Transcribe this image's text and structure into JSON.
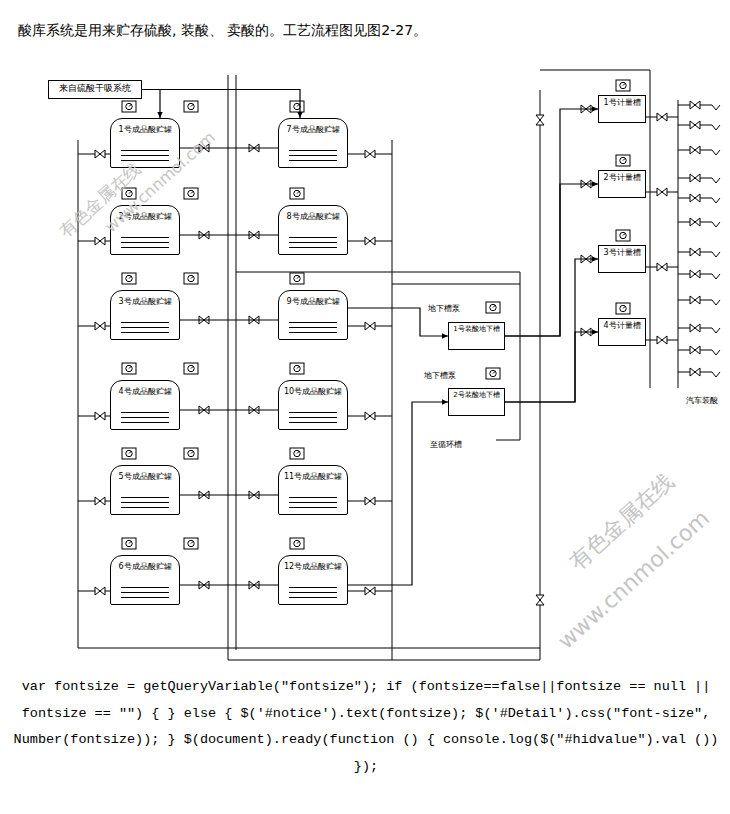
{
  "diagram": {
    "title": "酸库系统是用来贮存硫酸, 装酸、 卖酸的。工艺流程图见图2-27。",
    "nodes": [
      {
        "text": [
          "来自硫酸干吸系统"
        ]
      },
      {
        "text": [
          "1号成品酸贮罐"
        ]
      },
      {
        "text": [
          "2号成品酸贮罐"
        ]
      },
      {
        "text": [
          "3号成品酸贮罐"
        ]
      },
      {
        "text": [
          "4号成品酸贮罐"
        ]
      },
      {
        "text": [
          "5号成品酸贮罐"
        ]
      },
      {
        "text": [
          "6号成品酸贮罐"
        ]
      },
      {
        "text": [
          "7号成品酸贮罐"
        ]
      },
      {
        "text": [
          "8号成品酸贮罐"
        ]
      },
      {
        "text": [
          "9号成品酸贮罐"
        ]
      },
      {
        "text": [
          "10号成品酸贮罐"
        ]
      },
      {
        "text": [
          "11号成品酸贮罐"
        ]
      },
      {
        "text": [
          "12号成品酸贮罐"
        ]
      },
      {
        "text": [
          "1号装酸地下槽"
        ]
      },
      {
        "text": [
          "2号装酸地下槽"
        ]
      },
      {
        "text": [
          "1号计量槽"
        ]
      },
      {
        "text": [
          "2号计量槽"
        ]
      },
      {
        "text": [
          "3号计量槽"
        ]
      },
      {
        "text": [
          "4号计量槽"
        ]
      }
    ],
    "edges": [
      {
        "from": 0,
        "to": 1,
        "arrow": "to"
      },
      {
        "from": 0,
        "to": 7,
        "arrow": "to"
      },
      {
        "from": 1,
        "to": 7,
        "arrow": "none"
      },
      {
        "from": 2,
        "to": 8,
        "arrow": "none"
      },
      {
        "from": 3,
        "to": 9,
        "arrow": "none"
      },
      {
        "from": 4,
        "to": 10,
        "arrow": "none"
      },
      {
        "from": 5,
        "to": 11,
        "arrow": "none"
      },
      {
        "from": 6,
        "to": 12,
        "arrow": "none"
      },
      {
        "from": 9,
        "to": 13,
        "arrow": "to"
      },
      {
        "from": 12,
        "to": 14,
        "arrow": "to"
      },
      {
        "from": 13,
        "to": 15,
        "arrow": "to"
      },
      {
        "from": 13,
        "to": 16,
        "arrow": "to"
      },
      {
        "from": 14,
        "to": 17,
        "arrow": "to"
      },
      {
        "from": 14,
        "to": 18,
        "arrow": "to"
      }
    ],
    "labels": [
      "地下槽泵",
      "地下槽泵",
      "至循环槽",
      "汽车装酸",
      "有色金属在线",
      "www.cnnmol.com",
      "有色金属在线",
      "www.cnnmol.com",
      "var fontsize = getQueryVariable(\"fontsize\"); if (fontsize==false||fontsize == null || fontsize == \"\") { } else { $('#notice').text(fontsize); $('#Detail').css(\"font-size\", Number(fontsize)); } $(document).ready(function () { console.log($(\"#hidvalue\").val ()) });"
    ]
  }
}
